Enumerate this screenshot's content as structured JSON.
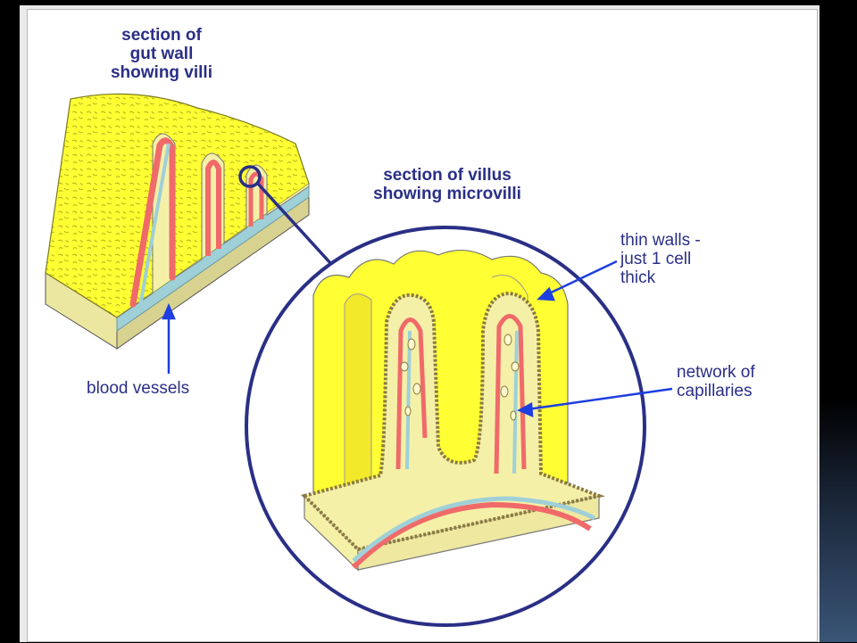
{
  "labels": {
    "gut_wall_title": [
      "section of",
      "gut wall",
      "showing villi"
    ],
    "villus_title": [
      "section of villus",
      "showing microvilli"
    ],
    "thin_walls": [
      "thin walls -",
      "just 1 cell",
      "thick"
    ],
    "network": [
      "network of",
      "capillaries"
    ],
    "blood_vessels": "blood vessels"
  },
  "colors": {
    "villus_yellow": "#ffff33",
    "tissue_cream": "#f5f0a8",
    "artery_red": "#f06a6a",
    "vein_blue": "#9fd0d8",
    "outline_navy": "#2a2f86",
    "pointer_blue": "#1d3ee0"
  }
}
